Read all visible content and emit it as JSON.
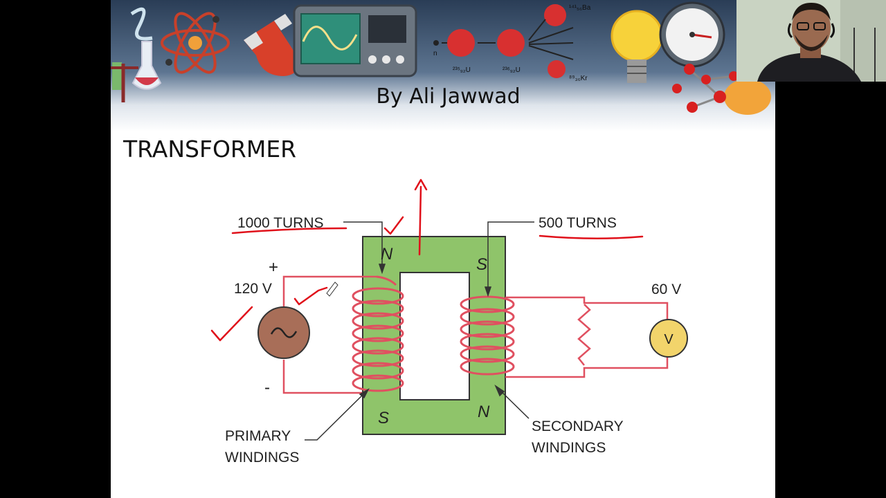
{
  "slide": {
    "author": "By Ali Jawwad",
    "title": "TRANSFORMER"
  },
  "banner_icons": [
    "flask-icon",
    "atom-icon",
    "magnet-icon",
    "oscilloscope-icon",
    "nuclear-fission-icon",
    "light-bulb-icon",
    "pressure-gauge-icon",
    "molecule-icon"
  ],
  "fission_labels": {
    "neutron": "n",
    "u235": "²³⁵₉₂U",
    "u236": "²³⁶₉₂U",
    "ba": "¹⁴¹₅₆Ba",
    "kr": "⁸⁹₃₆Kr"
  },
  "diagram": {
    "primary_turns": "1000 TURNS",
    "secondary_turns": "500 TURNS",
    "input_voltage": "120 V",
    "output_voltage": "60 V",
    "plus_sign": "+",
    "minus_sign": "-",
    "primary_label_line1": "PRIMARY",
    "primary_label_line2": "WINDINGS",
    "secondary_label_line1": "SECONDARY",
    "secondary_label_line2": "WINDINGS",
    "voltmeter_symbol": "V",
    "pole_primary_top": "N",
    "pole_secondary_top": "S",
    "pole_primary_bottom": "S",
    "pole_secondary_bottom": "N"
  },
  "colors": {
    "core": "#8fc46a",
    "wire": "#e05060",
    "annotation": "#e0101a",
    "source": "#a86e58",
    "voltmeter": "#f2d46b"
  }
}
